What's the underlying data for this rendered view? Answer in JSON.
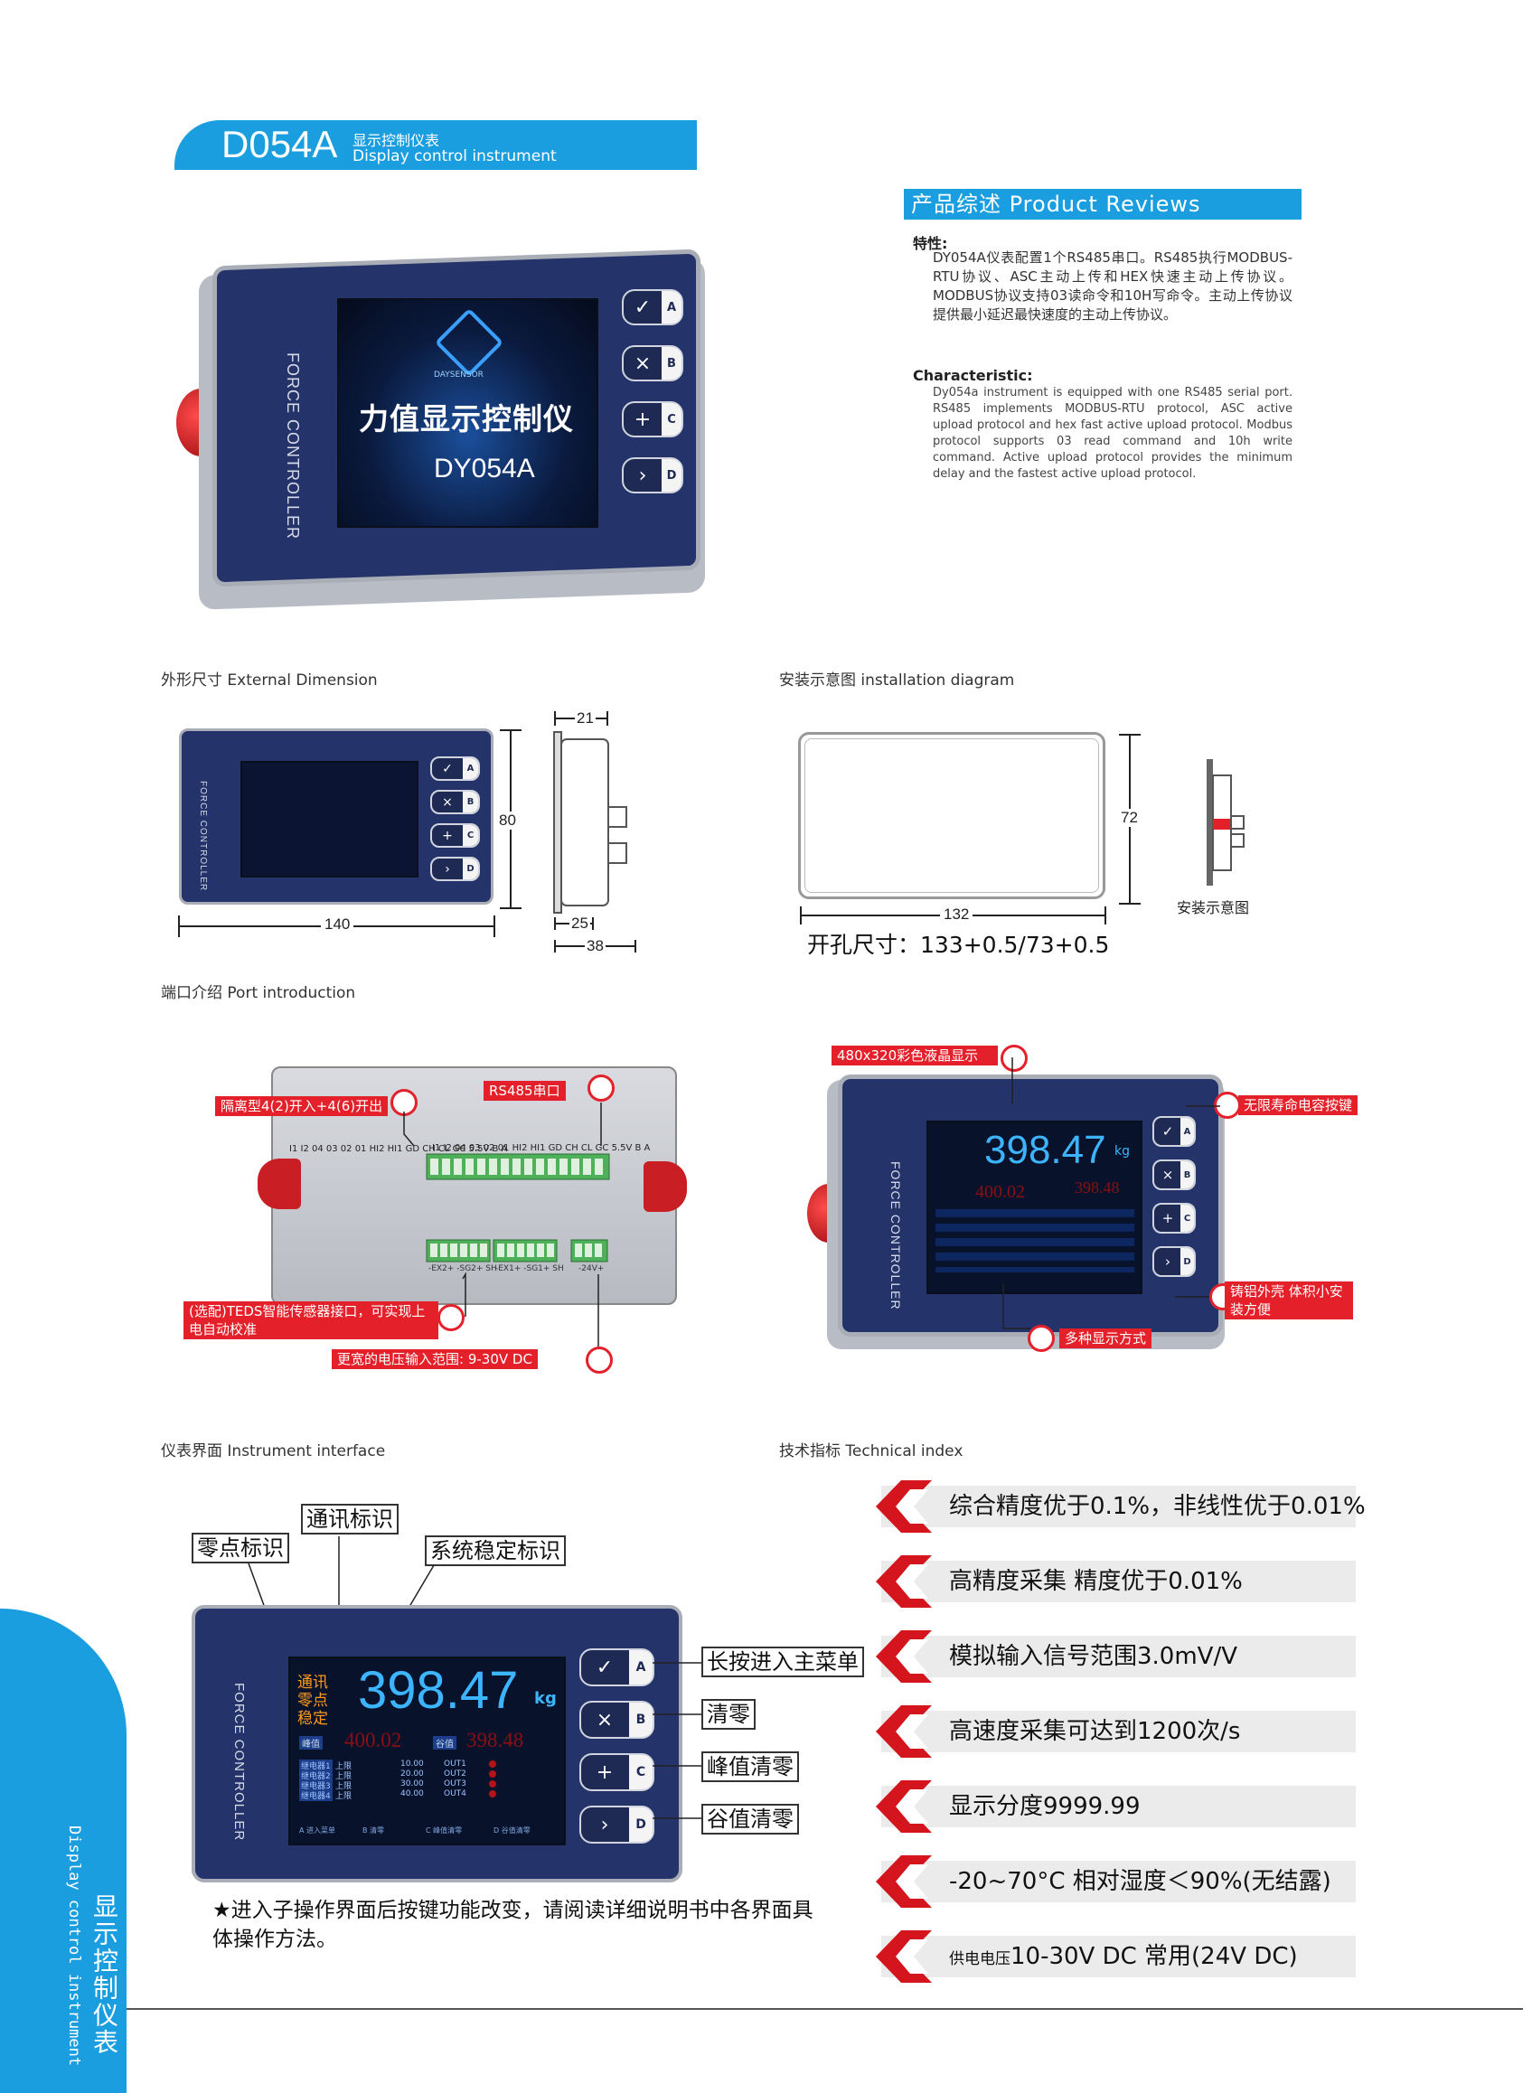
{
  "header": {
    "model": "D054A",
    "title_cn": "显示控制仪表",
    "title_en": "Display control instrument"
  },
  "product_review": {
    "heading": "产品综述 Product Reviews",
    "feature_cn_label": "特性:",
    "feature_cn_text": "DY054A仪表配置1个RS485串口。RS485执行MODBUS-RTU协议、ASC主动上传和HEX快速主动上传协议。MODBUS协议支持03读命令和10H写命令。主动上传协议提供最小延迟最快速度的主动上传协议。",
    "feature_en_label": "Characteristic:",
    "feature_en_text": "Dy054a instrument is equipped with one RS485 serial port. RS485 implements MODBUS-RTU protocol, ASC active upload protocol and hex fast active upload protocol. Modbus protocol supports 03 read command and 10h write command. Active upload protocol provides the minimum delay and the fastest active upload protocol."
  },
  "hero_device": {
    "splash_title": "力值显示控制仪",
    "splash_model": "DY054A",
    "brand_vertical": "FORCE CONTROLLER",
    "logo_text": "DAYSENSOR",
    "keys": [
      {
        "symbol": "✓",
        "letter": "A"
      },
      {
        "symbol": "×",
        "letter": "B"
      },
      {
        "symbol": "+",
        "letter": "C"
      },
      {
        "symbol": "›",
        "letter": "D"
      }
    ]
  },
  "external_dimension": {
    "title": "外形尺寸 External Dimension",
    "width": "140",
    "height": "80",
    "depth_top": "21",
    "depth_mid": "25",
    "depth_total": "38"
  },
  "installation": {
    "title": "安装示意图 installation diagram",
    "width": "132",
    "height": "72",
    "cutout": "开孔尺寸：133+0.5/73+0.5",
    "side_caption": "安装示意图"
  },
  "port_intro": {
    "title": "端口介绍 Port introduction",
    "terminal_label": "I1 I2 04 03 02 01 HI2 HI1 GD CH CL GC 5.5V B A",
    "bottom_label_left": "-EX2+ -SG2+ SH",
    "bottom_label_mid": "-EX1+ -SG1+ SH",
    "bottom_label_right": "-24V+",
    "callouts": [
      "隔离型4(2)开入+4(6)开出",
      "RS485串口",
      "(选配)TEDS智能传感器接口，可实现上电自动校准",
      "更宽的电压输入范围: 9-30V DC"
    ]
  },
  "front_features": {
    "callouts": [
      "480x320彩色液晶显示",
      "无限寿命电容按键",
      "铸铝外壳 体积小安装方便",
      "多种显示方式"
    ],
    "screen": {
      "main_value": "398.47",
      "unit": "kg",
      "peak": "400.02",
      "valley": "398.48"
    }
  },
  "instrument_interface": {
    "title": "仪表界面 Instrument interface",
    "labels": [
      "零点标识",
      "通讯标识",
      "系统稳定标识"
    ],
    "status_texts": [
      "通讯",
      "零点",
      "稳定"
    ],
    "main_value": "398.47",
    "unit": "kg",
    "peak_label": "峰值",
    "peak_value": "400.02",
    "valley_label": "谷值",
    "valley_value": "398.48",
    "rows": [
      {
        "name": "继电器1",
        "mode": "上限",
        "val": "10.00",
        "out": "OUT1"
      },
      {
        "name": "继电器2",
        "mode": "上限",
        "val": "20.00",
        "out": "OUT2"
      },
      {
        "name": "继电器3",
        "mode": "上限",
        "val": "30.00",
        "out": "OUT3"
      },
      {
        "name": "继电器4",
        "mode": "上限",
        "val": "40.00",
        "out": "OUT4"
      }
    ],
    "footer_items": [
      "A 进入菜单",
      "B 清零",
      "C 峰值清零",
      "D 谷值清零"
    ],
    "key_functions": [
      "长按进入主菜单",
      "清零",
      "峰值清零",
      "谷值清零"
    ],
    "note": "★进入子操作界面后按键功能改变，请阅读详细说明书中各界面具体操作方法。"
  },
  "technical_index": {
    "title": "技术指标 Technical index",
    "items": [
      "综合精度优于0.1%，非线性优于0.01%",
      "高精度采集  精度优于0.01%",
      "模拟输入信号范围3.0mV/V",
      "高速度采集可达到1200次/s",
      "显示分度9999.99",
      "-20~70°C 相对湿度＜90%(无结露)",
      "10-30V DC  常用(24V DC)"
    ],
    "last_prefix": "供电电压"
  },
  "side_tab": {
    "cn": "显示控制仪表",
    "en": "Display control instrument"
  },
  "colors": {
    "accent_blue": "#1a9ee0",
    "panel_navy": "#24336a",
    "callout_red": "#e4202a",
    "value_cyan": "#3cb4ff"
  }
}
